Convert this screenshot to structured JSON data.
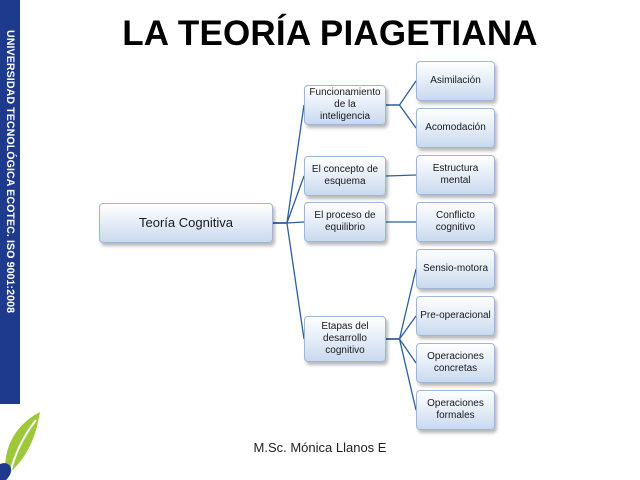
{
  "title": "LA TEORÍA PIAGETIANA",
  "sidebar_text": "UNIVERSIDAD TECNOLÓGICA ECOTEC. ISO 9001:2008",
  "footer": "M.Sc. Mónica Llanos E",
  "logo": {
    "name": "ecotec-leaf-logo",
    "colors": {
      "green": "#9cc83a",
      "blue": "#1d3a8c"
    }
  },
  "colors": {
    "sidebar": "#1d3a8c",
    "connector": "#2e5f9c",
    "box_border": "#9eb6d6"
  },
  "diagram": {
    "root": "Teoría Cognitiva",
    "branches": [
      {
        "label": "Funcionamiento de la inteligencia",
        "children": [
          "Asimilación",
          "Acomodación"
        ]
      },
      {
        "label": "El concepto de esquema",
        "children": [
          "Estructura mental"
        ]
      },
      {
        "label": "El proceso de equilibrio",
        "children": [
          "Conflicto cognitivo"
        ]
      },
      {
        "label": "Etapas del desarrollo cognitivo",
        "children": [
          "Sensio-motora",
          "Pre-operacional",
          "Operaciones concretas",
          "Operaciones formales"
        ]
      }
    ]
  }
}
